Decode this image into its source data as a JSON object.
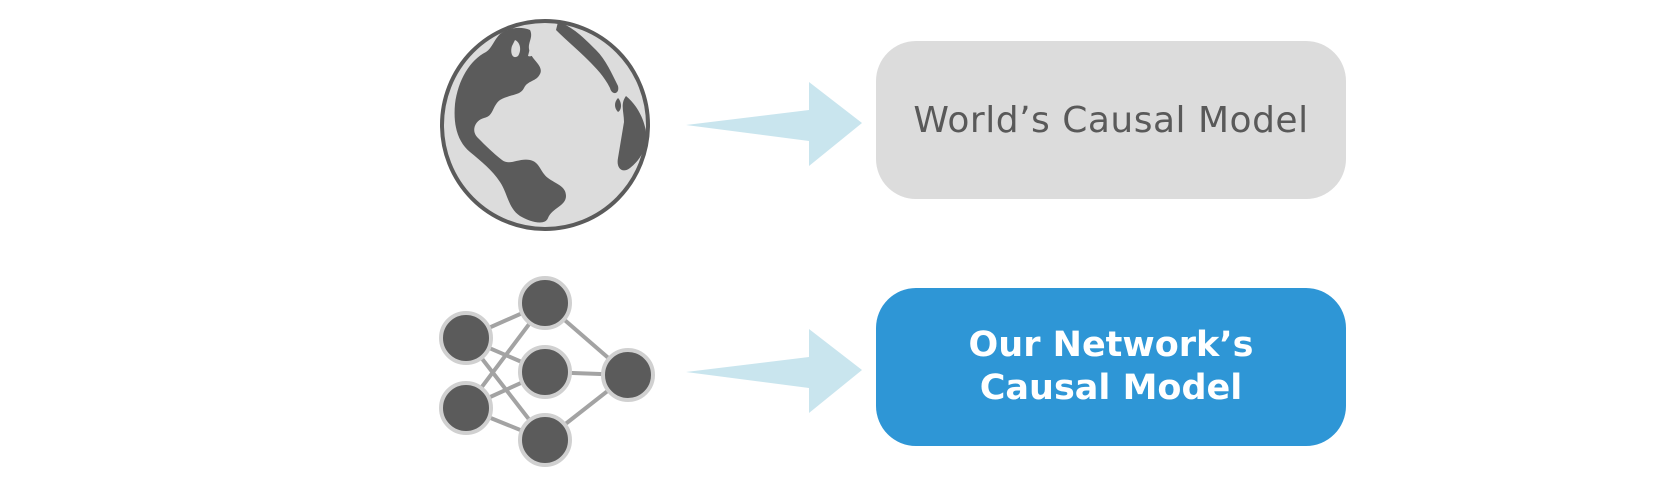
{
  "colors": {
    "icon_dark": "#5b5b5b",
    "icon_light": "#dcdcdc",
    "arrow": "#c9e5ee",
    "world_box_bg": "#dcdcdc",
    "world_box_text": "#595959",
    "network_box_bg": "#2e96d6",
    "network_box_text": "#ffffff",
    "edge": "#a3a3a3"
  },
  "rows": {
    "world": {
      "icon": "globe-icon",
      "label": "World’s Causal Model"
    },
    "network": {
      "icon": "neural-network-icon",
      "label_line1": "Our Network’s",
      "label_line2": "Causal Model"
    }
  }
}
